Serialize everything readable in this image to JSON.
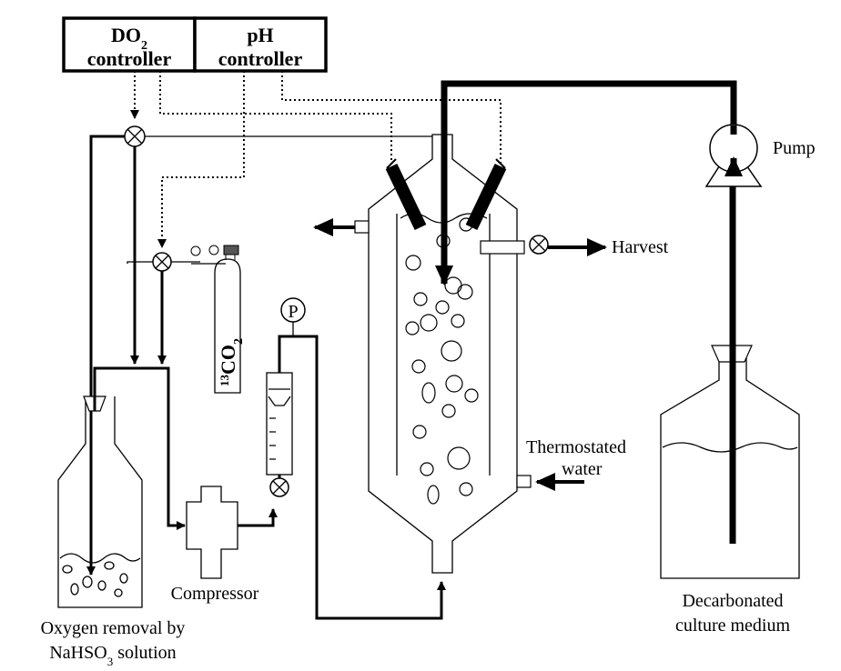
{
  "controllers": {
    "do2": {
      "name": "DO",
      "subscript": "2",
      "line2": "controller"
    },
    "ph": {
      "line1": "pH",
      "line2": "controller"
    }
  },
  "labels": {
    "pump": "Pump",
    "harvest": "Harvest",
    "thermostated_line1": "Thermostated",
    "thermostated_line2": "water",
    "compressor": "Compressor",
    "oxygen_line1": "Oxygen removal by",
    "oxygen_line2_pre": "NaHSO",
    "oxygen_line2_sub": "3",
    "oxygen_line2_post": " solution",
    "medium_line1": "Decarbonated",
    "medium_line2": "culture medium",
    "co2_sup": "13",
    "co2_main": "CO",
    "co2_sub": "2",
    "pressure_gauge": "P"
  }
}
